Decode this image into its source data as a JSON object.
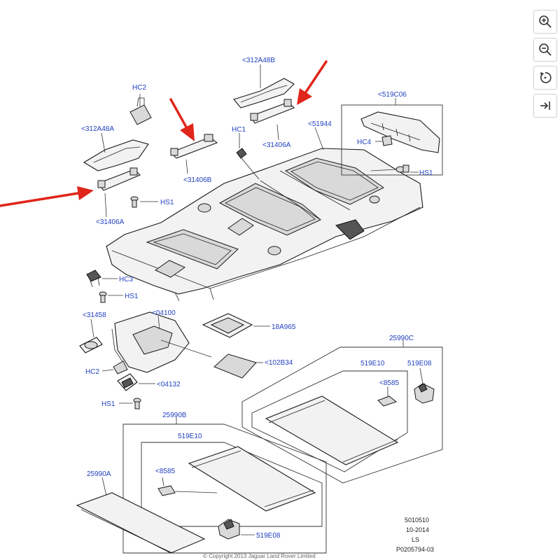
{
  "toolbar": {
    "buttons": [
      {
        "name": "zoom-in-button",
        "icon": "zoom-in-icon"
      },
      {
        "name": "zoom-out-button",
        "icon": "zoom-out-icon"
      },
      {
        "name": "rotate-button",
        "icon": "rotate-icon"
      },
      {
        "name": "fit-button",
        "icon": "fit-icon"
      }
    ]
  },
  "labels": {
    "hc2_top": "HC2",
    "p312a48a": "<312A48A",
    "p31406a_left": "<31406A",
    "hs1_left": "HS1",
    "p31406b": "<31406B",
    "hc1": "HC1",
    "p312a48b": "<312A48B",
    "p31406a_right": "<31406A",
    "p51944": "<51944",
    "p519c06": "<519C06",
    "hc4": "HC4",
    "hs1_right": "HS1",
    "hc3": "HC3",
    "hs1_mid": "HS1",
    "p31458": "<31458",
    "p04100": "<04100",
    "p18a965": "18A965",
    "p102b34": "<102B34",
    "hc2_bottom": "HC2",
    "p04132": "<04132",
    "hs1_bottom": "HS1",
    "p25990c": "25990C",
    "p519e10_right": "519E10",
    "p519e08_right": "519E08",
    "p8585_right": "<8585",
    "p25990b": "25990B",
    "p519e10_left": "519E10",
    "p8585_left": "<8585",
    "p25990a": "25990A",
    "p519e08_bottom": "519E08"
  },
  "meta": {
    "line1": "5010510",
    "line2": "10-2014",
    "line3": "LS",
    "line4": "P0205794-03"
  },
  "footer": {
    "copyright": "© Copyright 2013 Jaguar Land Rover Limited"
  },
  "colors": {
    "label": "#1f3fbf",
    "arrow": "#e0251b"
  }
}
